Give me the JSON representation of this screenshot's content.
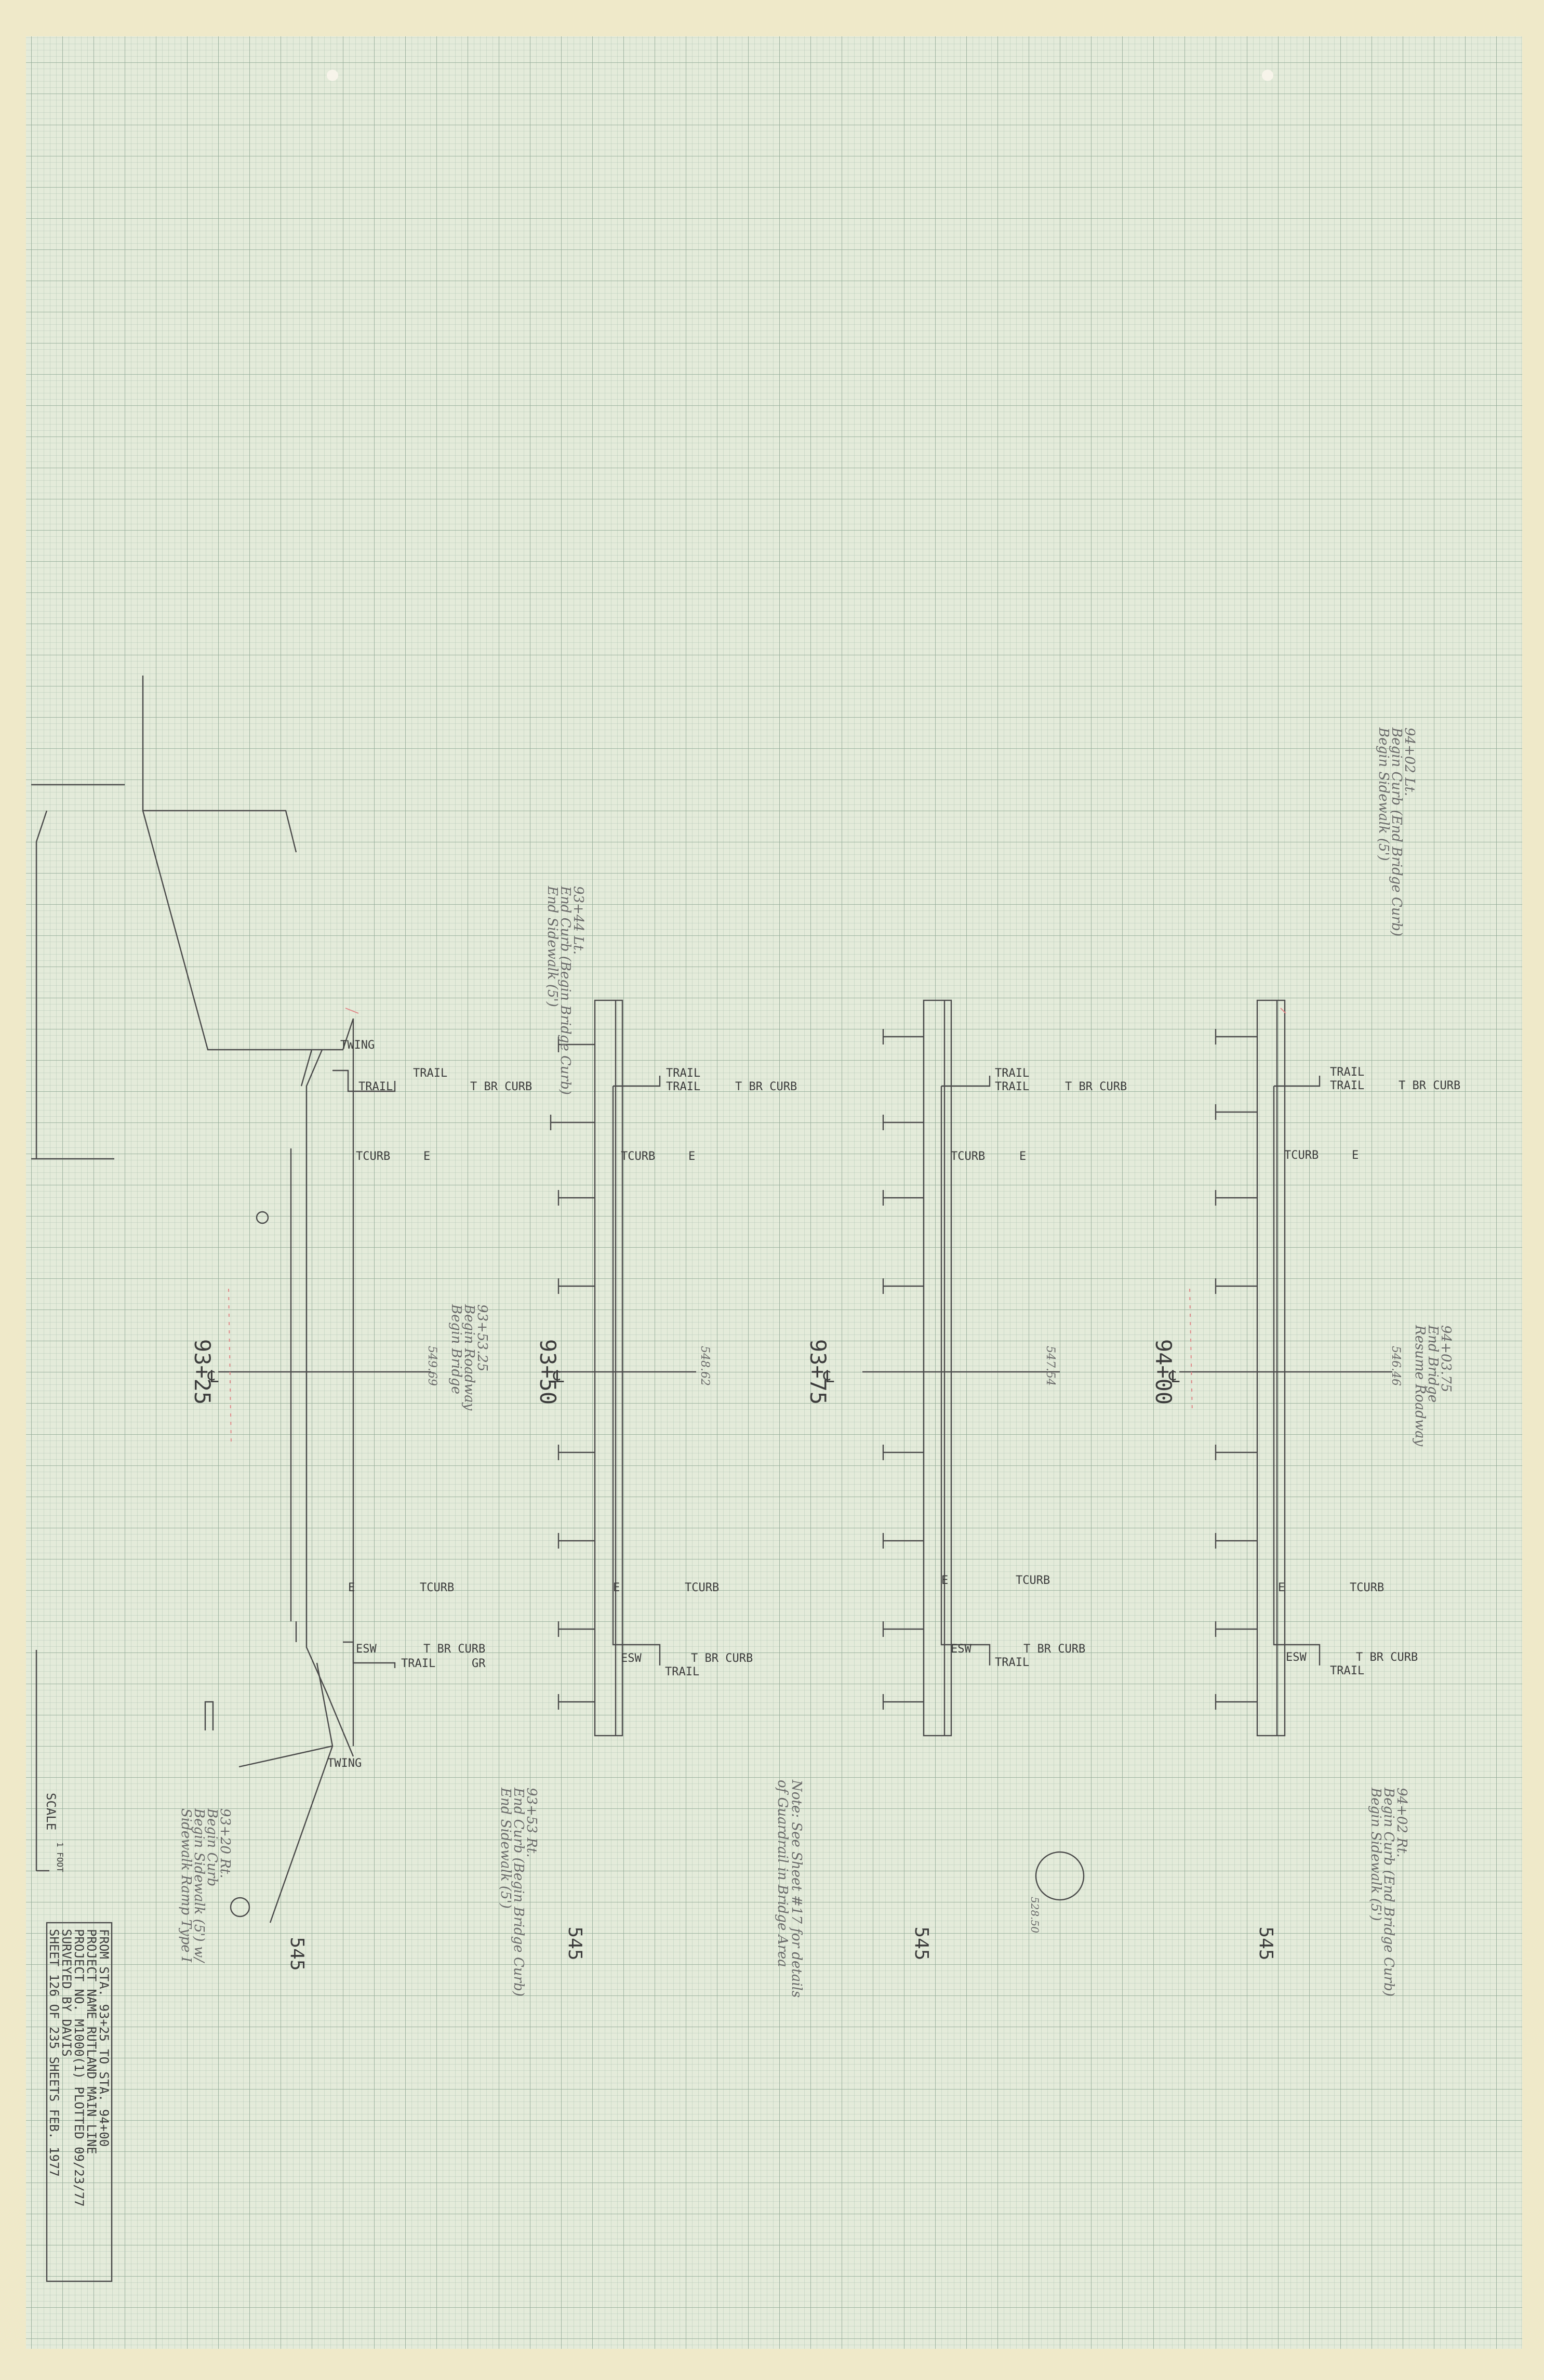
{
  "title_block": {
    "lines": [
      "FROM STA. 93+25     TO STA. 94+00",
      "PROJECT NAME   RUTLAND  MAIN LINE",
      "PROJECT NO.  M1000(1)  PLOTTED 09/23/77",
      "SURVEYED BY   DAVIS",
      "SHEET 126 OF 235 SHEETS        FEB. 1977"
    ]
  },
  "scale": {
    "label": "SCALE",
    "value": "1 FOOT"
  },
  "stations": [
    {
      "station": "93+25",
      "elevation": "549.69",
      "cross_section_label": "545",
      "labels": [
        "TWING",
        "TRAIL",
        "TRAIL",
        "T BR CURB",
        "TCURB",
        "E",
        "E",
        "TCURB",
        "ESW",
        "T BR CURB",
        "TRAIL",
        "GR",
        "TWING"
      ],
      "notes": [
        "93+20 Rt.",
        "Begin Curb",
        "Begin Sidewalk (5') w/",
        "Sidewalk Ramp Type I"
      ]
    },
    {
      "station": "93+50",
      "elevation": "548.62",
      "cross_section_label": "545",
      "labels": [
        "TRAIL",
        "TRAIL",
        "T BR CURB",
        "TCURB",
        "E",
        "E",
        "TCURB",
        "ESW",
        "T BR CURB",
        "TRAIL"
      ],
      "notes_top": [
        "93+44 Lt.",
        "End Curb (Begin Bridge Curb)",
        "End Sidewalk (5')"
      ],
      "notes_mid": [
        "93+53.25",
        "Begin Roadway",
        "Begin Bridge"
      ],
      "notes_bottom": [
        "93+53 Rt.",
        "End Curb (Begin Bridge Curb)",
        "End Sidewalk (5')"
      ]
    },
    {
      "station": "93+75",
      "elevation": "547.54",
      "cross_section_label": "545",
      "labels": [
        "TRAIL",
        "TRAIL",
        "T BR CURB",
        "TCURB",
        "E",
        "E",
        "TCURB",
        "ESW",
        "T BR CURB",
        "TRAIL"
      ],
      "notes_bottom": [
        "Note: See Sheet #17 for details",
        "of Guardrail in Bridge Area"
      ],
      "bottom_value": "528.50"
    },
    {
      "station": "94+00",
      "elevation": "546.46",
      "cross_section_label": "545",
      "labels": [
        "TRAIL",
        "TRAIL",
        "T BR CURB",
        "TCURB",
        "E",
        "E",
        "TCURB",
        "ESW",
        "T BR CURB",
        "TRAIL"
      ],
      "notes_top": [
        "94+02 Lt.",
        "Begin Curb (End Bridge Curb)",
        "Begin Sidewalk (5')"
      ],
      "notes_mid": [
        "94+03.75",
        "End Bridge",
        "Resume Roadway"
      ],
      "notes_bottom": [
        "94+02 Rt.",
        "Begin Curb (End Bridge Curb)",
        "Begin Sidewalk (5')"
      ]
    }
  ]
}
